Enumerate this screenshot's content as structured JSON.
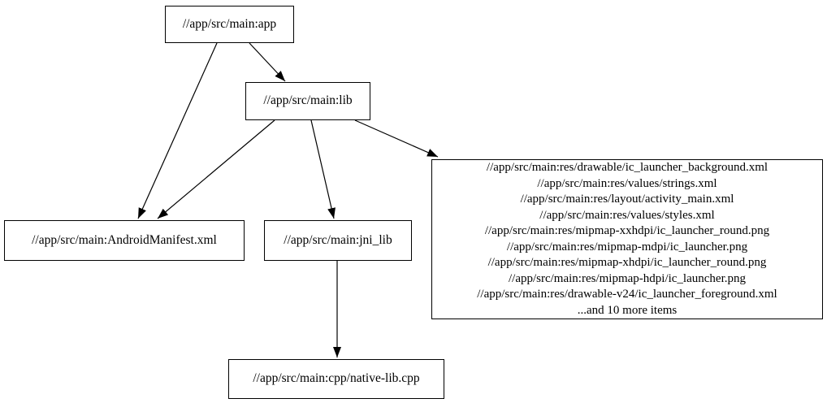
{
  "diagram": {
    "type": "directed-dependency-graph",
    "background_color": "#ffffff",
    "node_border_color": "#000000",
    "edge_color": "#000000",
    "text_color": "#000000"
  },
  "nodes": {
    "app": {
      "label": "//app/src/main:app"
    },
    "lib": {
      "label": "//app/src/main:lib"
    },
    "android_manifest": {
      "label": "//app/src/main:AndroidManifest.xml"
    },
    "jni_lib": {
      "label": "//app/src/main:jni_lib"
    },
    "native_lib_cpp": {
      "label": "//app/src/main:cpp/native-lib.cpp"
    },
    "res_files": {
      "lines": [
        "//app/src/main:res/drawable/ic_launcher_background.xml",
        "//app/src/main:res/values/strings.xml",
        "//app/src/main:res/layout/activity_main.xml",
        "//app/src/main:res/values/styles.xml",
        "//app/src/main:res/mipmap-xxhdpi/ic_launcher_round.png",
        "//app/src/main:res/mipmap-mdpi/ic_launcher.png",
        "//app/src/main:res/mipmap-xhdpi/ic_launcher_round.png",
        "//app/src/main:res/mipmap-hdpi/ic_launcher.png",
        "//app/src/main:res/drawable-v24/ic_launcher_foreground.xml",
        "...and 10 more items"
      ]
    }
  },
  "edges": [
    {
      "from": "app",
      "to": "lib"
    },
    {
      "from": "app",
      "to": "android_manifest"
    },
    {
      "from": "lib",
      "to": "android_manifest"
    },
    {
      "from": "lib",
      "to": "jni_lib"
    },
    {
      "from": "lib",
      "to": "res_files"
    },
    {
      "from": "jni_lib",
      "to": "native_lib_cpp"
    }
  ]
}
